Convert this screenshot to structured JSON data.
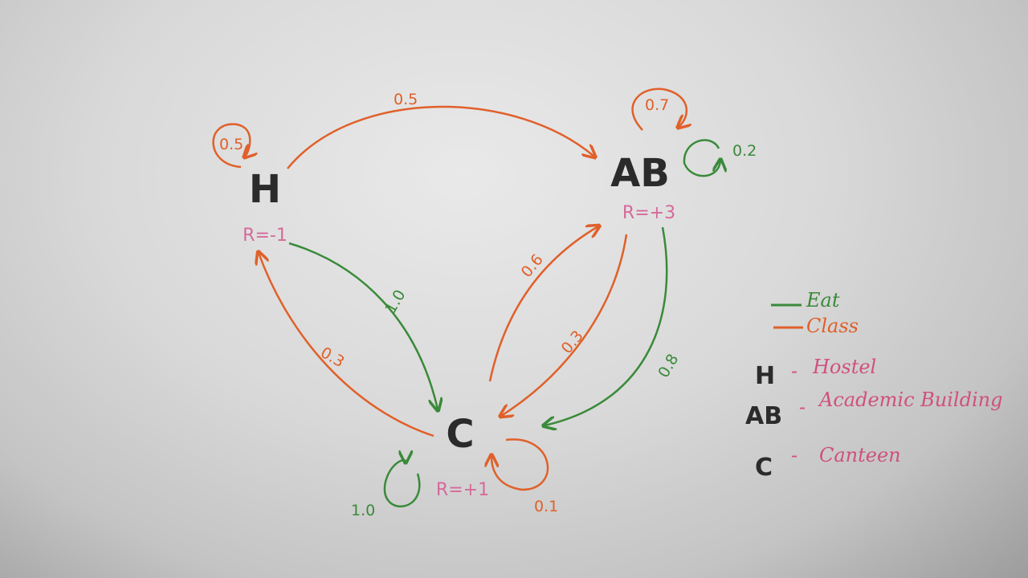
{
  "colors": {
    "eat": "#3a8a3a",
    "class": "#e0602a",
    "node": "#2b2b2b",
    "reward": "#d56a9a",
    "legend_name": "#d0507e"
  },
  "nodes": {
    "hostel": {
      "label": "H",
      "reward": "R=-1"
    },
    "academic": {
      "label": "AB",
      "reward": "R=+3"
    },
    "canteen": {
      "label": "C",
      "reward": "R=+1"
    }
  },
  "edges": [
    {
      "from": "H",
      "to": "H",
      "action": "class",
      "prob": "0.5"
    },
    {
      "from": "H",
      "to": "AB",
      "action": "class",
      "prob": "0.5"
    },
    {
      "from": "H",
      "to": "C",
      "action": "eat",
      "prob": "1.0"
    },
    {
      "from": "C",
      "to": "H",
      "action": "class",
      "prob": "0.3"
    },
    {
      "from": "C",
      "to": "AB",
      "action": "class",
      "prob": "0.6"
    },
    {
      "from": "C",
      "to": "C",
      "action": "class",
      "prob": "0.1"
    },
    {
      "from": "C",
      "to": "C",
      "action": "eat",
      "prob": "1.0"
    },
    {
      "from": "AB",
      "to": "AB",
      "action": "class",
      "prob": "0.7"
    },
    {
      "from": "AB",
      "to": "AB",
      "action": "eat",
      "prob": "0.2"
    },
    {
      "from": "AB",
      "to": "C",
      "action": "class",
      "prob": "0.3"
    },
    {
      "from": "AB",
      "to": "C",
      "action": "eat",
      "prob": "0.8"
    }
  ],
  "legend": {
    "eat": "Eat",
    "class": "Class",
    "items": [
      {
        "key": "H",
        "name": "Hostel"
      },
      {
        "key": "AB",
        "name": "Academic Building"
      },
      {
        "key": "C",
        "name": "Canteen"
      }
    ]
  }
}
